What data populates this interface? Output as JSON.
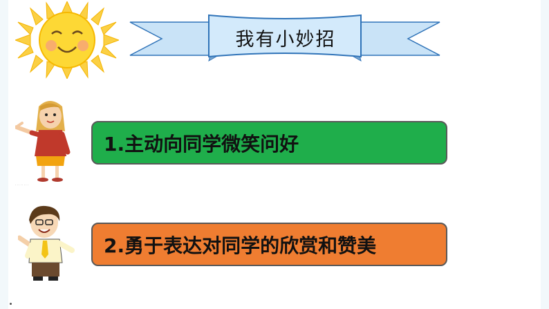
{
  "slide": {
    "title": "我有小妙招",
    "tips": [
      {
        "text": "1.主动向同学微笑问好",
        "color": "#1fae4b"
      },
      {
        "text": "2.勇于表达对同学的欣赏和赞美",
        "color": "#ef7d31"
      }
    ]
  },
  "icons": {
    "sun": "smiling-sun-icon",
    "banner": "ribbon-banner-icon",
    "girl": "girl-pointing-icon",
    "boy": "boy-pointing-icon"
  },
  "colors": {
    "sun_yellow": "#fdd835",
    "banner_fill": "#c9e3f7",
    "banner_stroke": "#2f73b8"
  }
}
